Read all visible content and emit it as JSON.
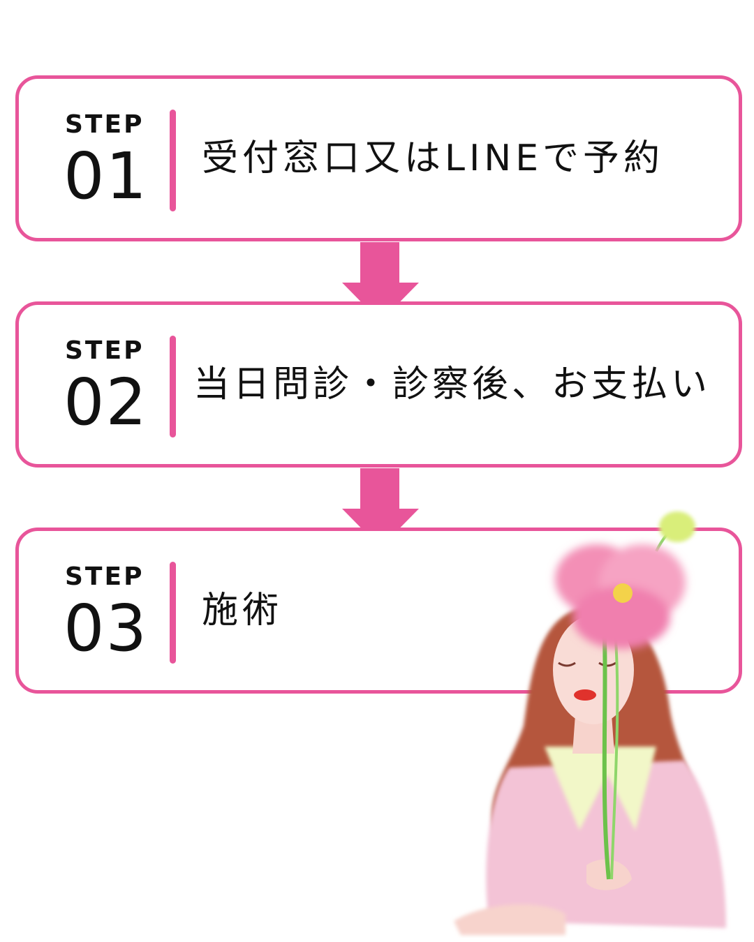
{
  "steps": [
    {
      "label": "STEP",
      "number": "01",
      "text": "受付窓口又はLINEで予約"
    },
    {
      "label": "STEP",
      "number": "02",
      "text": "当日問診・診察後、お支払い"
    },
    {
      "label": "STEP",
      "number": "03",
      "text": "施術"
    }
  ],
  "colors": {
    "accent": "#E8559A"
  }
}
